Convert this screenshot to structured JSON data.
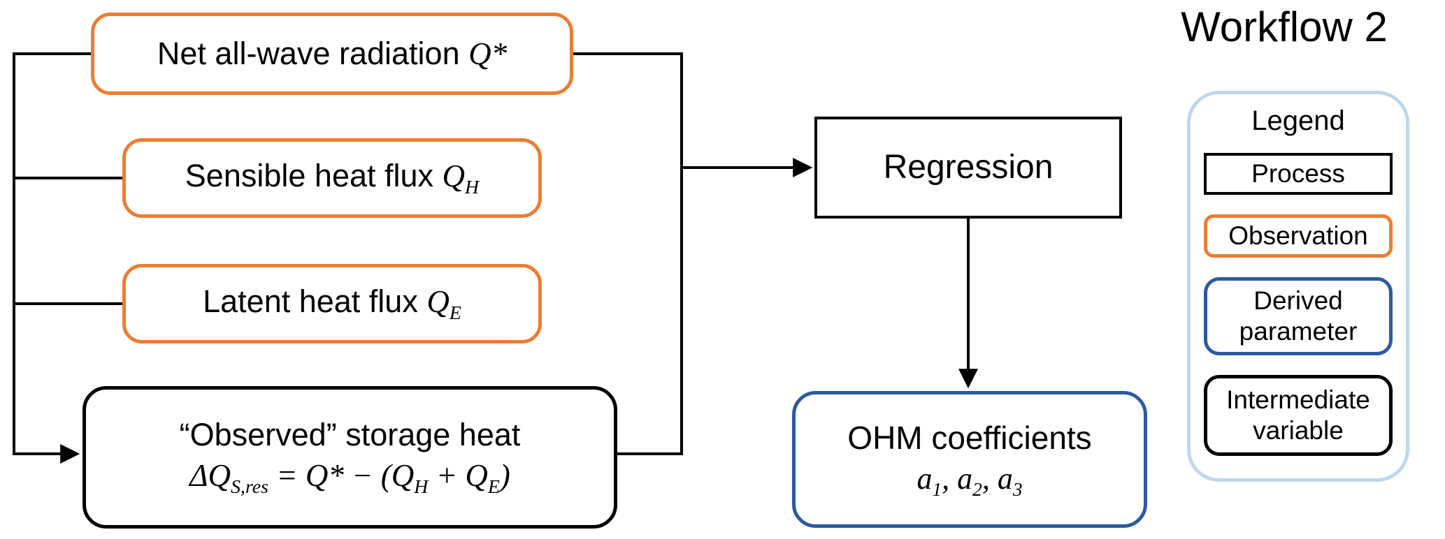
{
  "title": "Workflow 2",
  "colors": {
    "ink": "#000000",
    "orange": "#ED7D31",
    "blue": "#2C5AA0",
    "lightblue": "#BDD7EE"
  },
  "nodes": {
    "net_radiation": {
      "text": "Net all-wave radiation ",
      "sym": "Q*"
    },
    "sensible": {
      "text": "Sensible heat flux ",
      "sym": "Q",
      "sub": "H"
    },
    "latent": {
      "text": "Latent heat flux ",
      "sym": "Q",
      "sub": "E"
    },
    "storage": {
      "line1": "“Observed” storage heat",
      "f_dq": "ΔQ",
      "f_dq_sub": "S,res",
      "f_eq": " = ",
      "f_q": "Q*",
      "f_mid": " − (",
      "f_qh": "Q",
      "f_qh_sub": "H",
      "f_plus": " + ",
      "f_qe": "Q",
      "f_qe_sub": "E",
      "f_close": ")"
    },
    "regression": {
      "label": "Regression"
    },
    "ohm": {
      "line1": "OHM coefficients",
      "a": "a",
      "sub1": "1",
      "sub2": "2",
      "sub3": "3",
      "sep": ", "
    }
  },
  "legend": {
    "title": "Legend",
    "items": [
      {
        "label": "Process"
      },
      {
        "label": "Observation"
      },
      {
        "label": "Derived parameter"
      },
      {
        "label": "Intermediate variable"
      }
    ]
  }
}
